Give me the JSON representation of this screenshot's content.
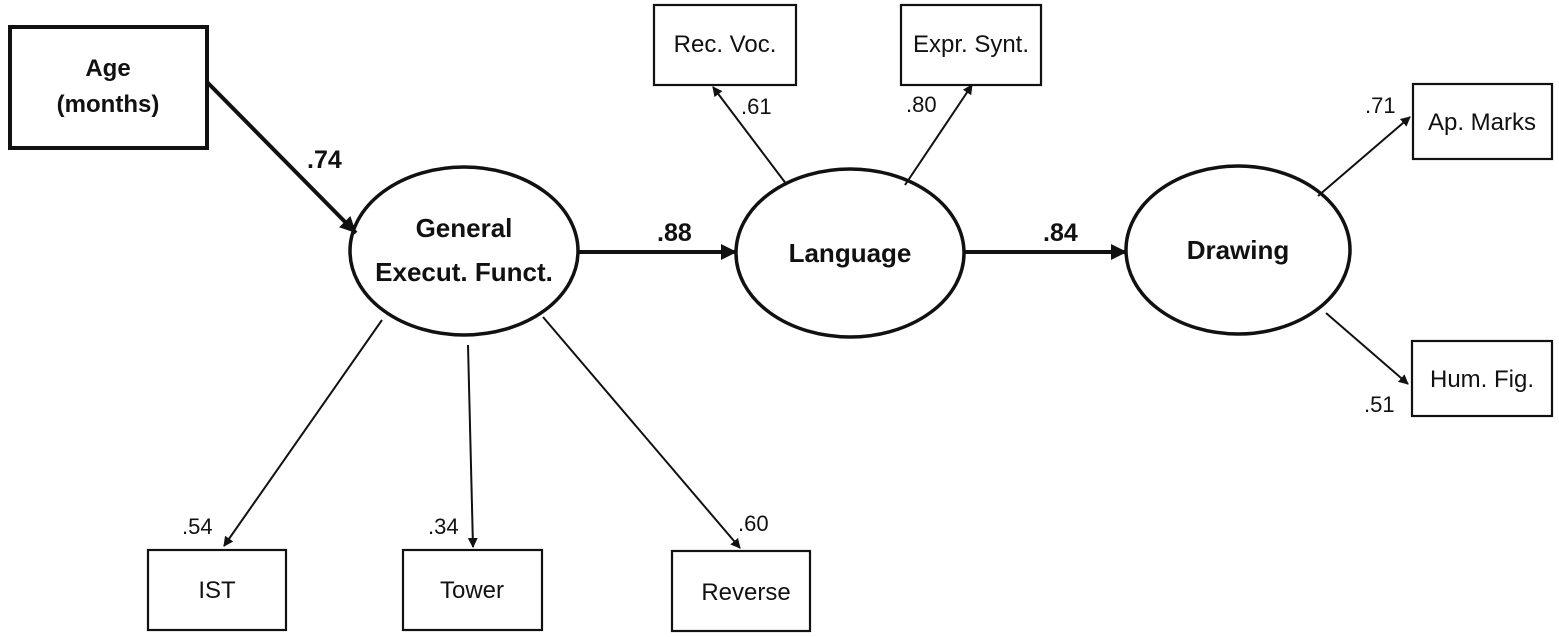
{
  "nodes": {
    "age": {
      "line1": "Age",
      "line2": "(months)"
    },
    "gef": {
      "line1": "General",
      "line2": "Execut. Funct."
    },
    "language": {
      "label": "Language"
    },
    "drawing": {
      "label": "Drawing"
    },
    "rec_voc": {
      "label": "Rec. Voc."
    },
    "expr_synt": {
      "label": "Expr. Synt."
    },
    "ap_marks": {
      "label": "Ap. Marks"
    },
    "hum_fig": {
      "label": "Hum. Fig."
    },
    "ist": {
      "label": "IST"
    },
    "tower": {
      "label": "Tower"
    },
    "reverse": {
      "label": "Reverse"
    }
  },
  "paths": {
    "age_to_gef": ".74",
    "gef_to_language": ".88",
    "language_to_drawing": ".84"
  },
  "loadings": {
    "rec_voc": ".61",
    "expr_synt": ".80",
    "ap_marks": ".71",
    "hum_fig": ".51",
    "ist": ".54",
    "tower": ".34",
    "reverse": ".60"
  }
}
